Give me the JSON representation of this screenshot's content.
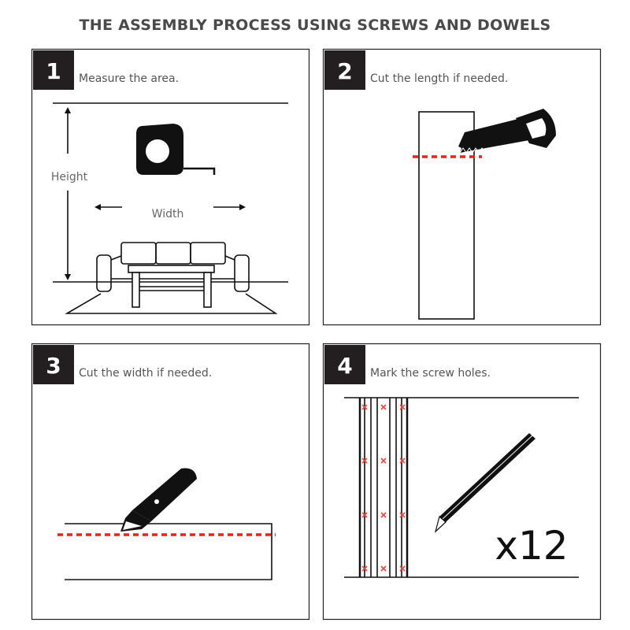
{
  "title": "THE ASSEMBLY PROCESS USING SCREWS AND DOWELS",
  "steps": [
    {
      "number": "1",
      "text": "Measure the area.",
      "labels": {
        "height": "Height",
        "width": "Width"
      }
    },
    {
      "number": "2",
      "text": "Cut the length if needed."
    },
    {
      "number": "3",
      "text": "Cut the width if needed."
    },
    {
      "number": "4",
      "text": "Mark the screw holes.",
      "quantity": "x12"
    }
  ],
  "colors": {
    "accent": "#e0261f",
    "badge": "#231f20",
    "title": "#4a4a4a"
  }
}
